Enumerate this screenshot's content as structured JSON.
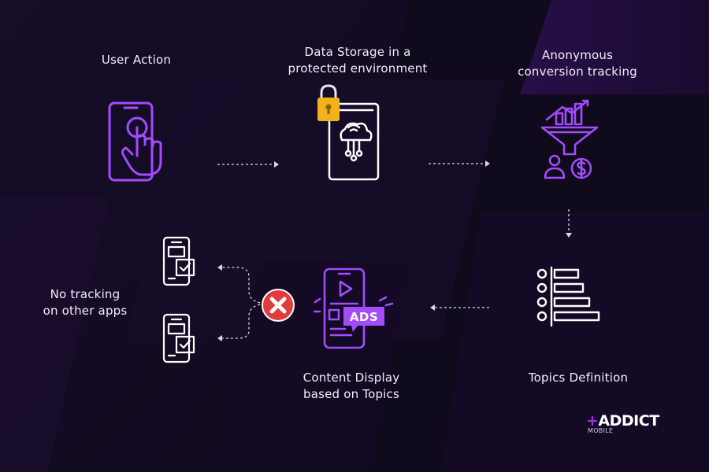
{
  "steps": {
    "user_action": {
      "label_lines": [
        "User Action"
      ]
    },
    "data_storage": {
      "label_lines": [
        "Data Storage in a",
        "protected environment"
      ]
    },
    "conversion_tracking": {
      "label_lines": [
        "Anonymous",
        "conversion tracking"
      ]
    },
    "topics_definition": {
      "label_lines": [
        "Topics Definition"
      ]
    },
    "content_display": {
      "label_lines": [
        "Content Display",
        "based on Topics"
      ],
      "ads_text": "ADS"
    },
    "no_tracking": {
      "label_lines": [
        "No tracking",
        "on other apps"
      ]
    }
  },
  "brand": {
    "plus": "+",
    "name_a": "AD",
    "name_b": "DICT",
    "sub": "MOBILE"
  },
  "colors": {
    "background": "#0f0a1c",
    "accent_purple": "#a24bff",
    "lock_gold": "#f1b21a",
    "block_red": "#e23b3b",
    "text": "#f2eefa"
  },
  "icons": {
    "user_action": "tap-phone-icon",
    "data_storage": "cloud-phone-lock-icon",
    "conversion_tracking": "funnel-analytics-icon",
    "topics_definition": "topics-list-icon",
    "content_display": "ads-phone-icon",
    "no_tracking": "blocked-apps-icon"
  }
}
